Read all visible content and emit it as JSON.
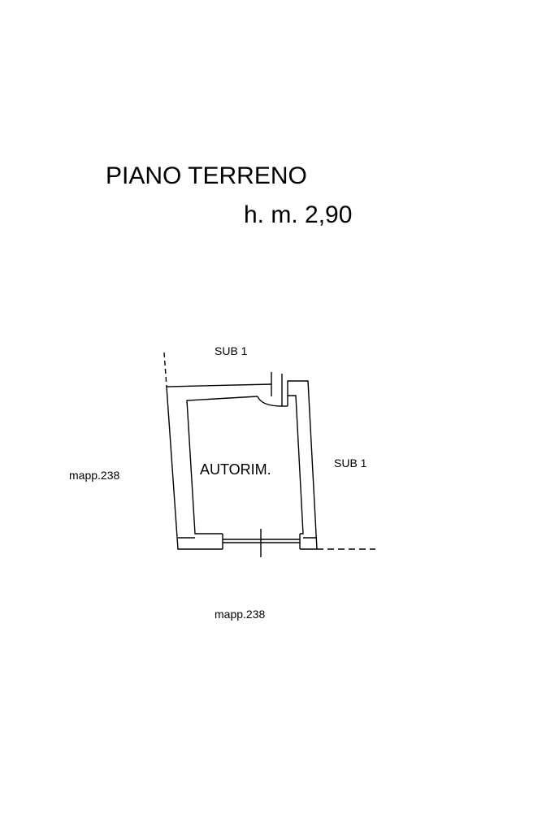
{
  "title": {
    "floor": "PIANO TERRENO",
    "height": "h. m. 2,90"
  },
  "plan": {
    "room_label": "AUTORIM.",
    "neighbors": {
      "top": "SUB 1",
      "right": "SUB 1",
      "left": "mapp.238",
      "bottom": "mapp.238"
    },
    "colors": {
      "line": "#000000",
      "background": "#ffffff"
    }
  }
}
